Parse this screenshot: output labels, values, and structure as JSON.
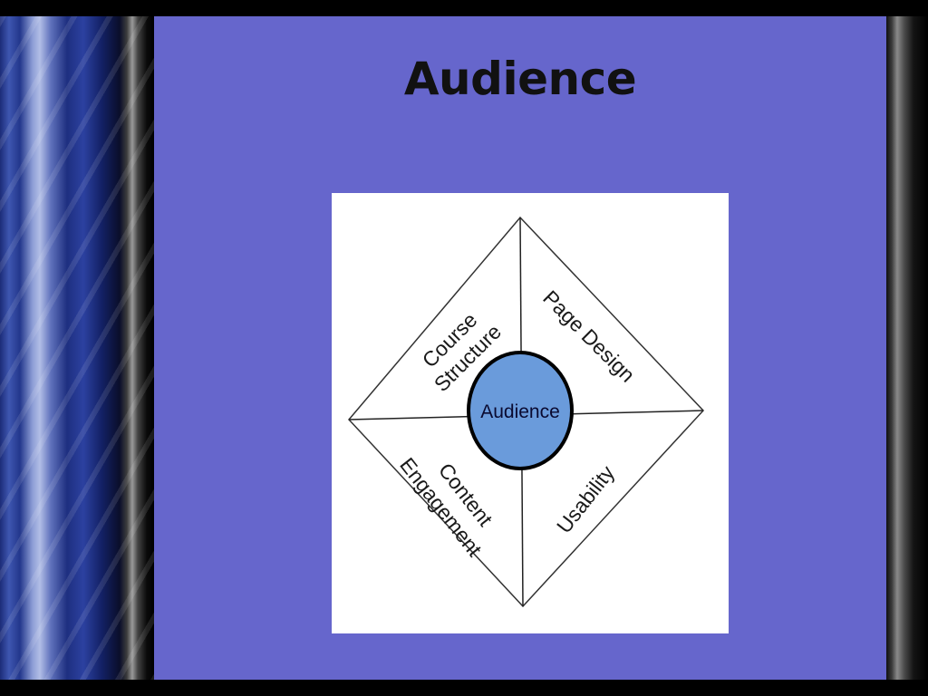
{
  "slide": {
    "title": "Audience"
  },
  "diagram": {
    "center": "Audience",
    "quadrants": {
      "top_left": [
        "Course",
        "Structure"
      ],
      "top_right": [
        "Page Design"
      ],
      "bottom_left": [
        "Content",
        "Engagement"
      ],
      "bottom_right": [
        "Usability"
      ]
    },
    "colors": {
      "slide_background": "#6666cc",
      "center_circle_fill": "#6a9bdb",
      "line_color": "#222222"
    }
  }
}
